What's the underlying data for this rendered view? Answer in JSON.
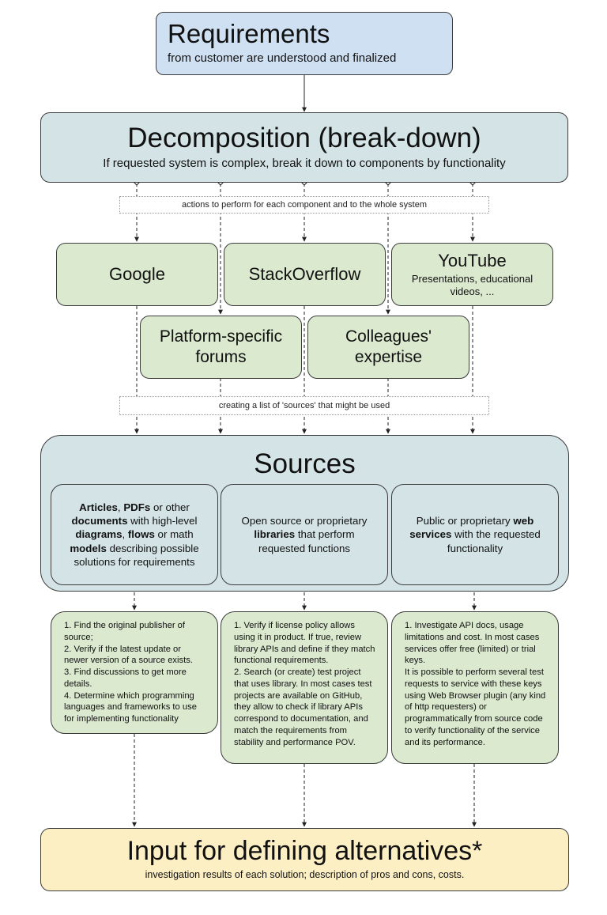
{
  "colors": {
    "requirements_fill": "#cfe0f2",
    "decomposition_fill": "#d3e3e6",
    "source_fill": "#dbe9cf",
    "sources_fill": "#d3e3e6",
    "output_fill": "#fcefc4",
    "border": "#3c3c3c"
  },
  "requirements": {
    "title": "Requirements",
    "subtitle": "from customer are understood and finalized"
  },
  "decomposition": {
    "title": "Decomposition (break-down)",
    "subtitle": "If requested system is complex, break it down to components by functionality"
  },
  "note_actions": "actions to perform for each component and to the whole system",
  "search_sources": {
    "google": "Google",
    "stackoverflow": "StackOverflow",
    "youtube_title": "YouTube",
    "youtube_subtitle": "Presentations, educational videos, ...",
    "forums": "Platform-specific forums",
    "colleagues": "Colleagues' expertise"
  },
  "note_sources": "creating a list of 'sources' that might be used",
  "sources": {
    "title": "Sources",
    "articles": [
      {
        "t": "Articles",
        "b": true
      },
      {
        "t": ", ",
        "b": false
      },
      {
        "t": "PDFs",
        "b": true
      },
      {
        "t": " or other ",
        "b": false
      },
      {
        "t": "documents",
        "b": true
      },
      {
        "t": " with high-level ",
        "b": false
      },
      {
        "t": "diagrams",
        "b": true
      },
      {
        "t": ", ",
        "b": false
      },
      {
        "t": "flows",
        "b": true
      },
      {
        "t": " or math ",
        "b": false
      },
      {
        "t": "models",
        "b": true
      },
      {
        "t": " describing possible solutions for requirements",
        "b": false
      }
    ],
    "libraries": [
      {
        "t": "Open source or proprietary ",
        "b": false
      },
      {
        "t": "libraries",
        "b": true
      },
      {
        "t": " that perform requested functions",
        "b": false
      }
    ],
    "web_services": [
      {
        "t": "Public or proprietary ",
        "b": false
      },
      {
        "t": "web services",
        "b": true
      },
      {
        "t": " with the requested functionality",
        "b": false
      }
    ]
  },
  "steps": {
    "articles": [
      "1. Find the original publisher of source;",
      "2. Verify if the latest update or newer version of a source exists.",
      "3. Find discussions to get more details.",
      "4. Determine which programming languages and frameworks to use for implementing functionality"
    ],
    "libraries": [
      "1. Verify if license policy allows using it in product. If true, review library APIs and define if they match functional requirements.",
      "2. Search (or create) test project that uses library. In most cases test projects are available on GitHub, they allow to check if library APIs correspond to documentation, and match the requirements from stability and performance POV."
    ],
    "web_services": [
      "1. Investigate API docs, usage limitations and cost. In most cases services offer free (limited) or trial keys.",
      "It is possible to perform several test requests to service with these keys using Web Browser plugin (any kind of http requesters) or programmatically from source code to verify functionality of the service and its performance."
    ]
  },
  "output": {
    "title": "Input for defining alternatives*",
    "subtitle": "investigation results of each solution; description of pros and cons, costs."
  }
}
